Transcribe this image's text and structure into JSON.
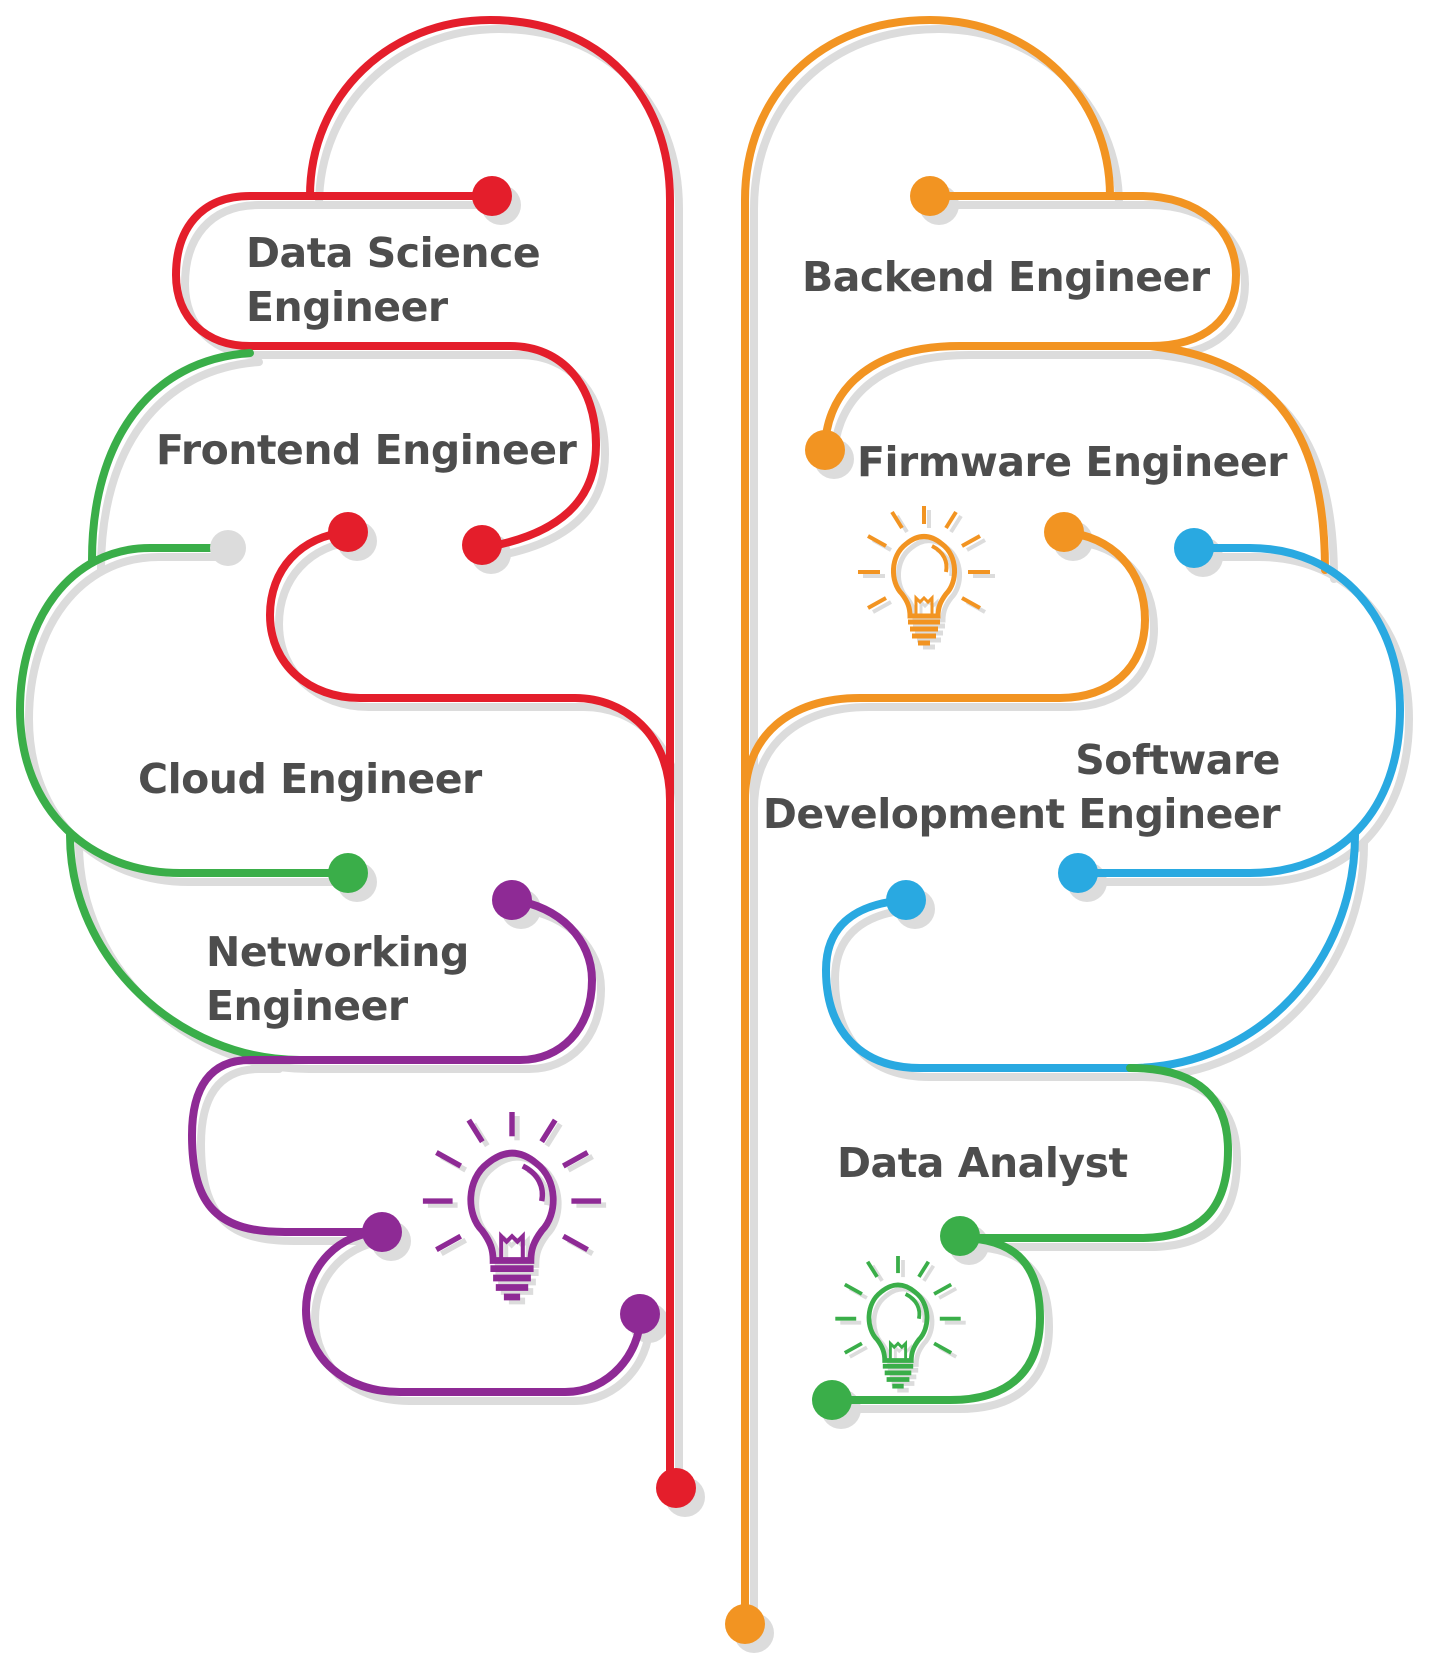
{
  "colors": {
    "red": "#e41e2b",
    "green": "#3aae49",
    "purple": "#8e2a95",
    "orange": "#f29422",
    "blue": "#29a9e1",
    "text": "#4d4d4d"
  },
  "icons": [
    "lightbulb-icon",
    "lightbulb-icon",
    "lightbulb-icon"
  ],
  "roles": {
    "data_science": {
      "line1": "Data Science",
      "line2": "Engineer"
    },
    "frontend": {
      "line1": "Frontend Engineer"
    },
    "cloud": {
      "line1": "Cloud Engineer"
    },
    "networking": {
      "line1": "Networking",
      "line2": "Engineer"
    },
    "backend": {
      "line1": "Backend Engineer"
    },
    "firmware": {
      "line1": "Firmware Engineer"
    },
    "software_dev": {
      "line1": "Software",
      "line2": "Development Engineer"
    },
    "data_analyst": {
      "line1": "Data Analyst"
    }
  }
}
